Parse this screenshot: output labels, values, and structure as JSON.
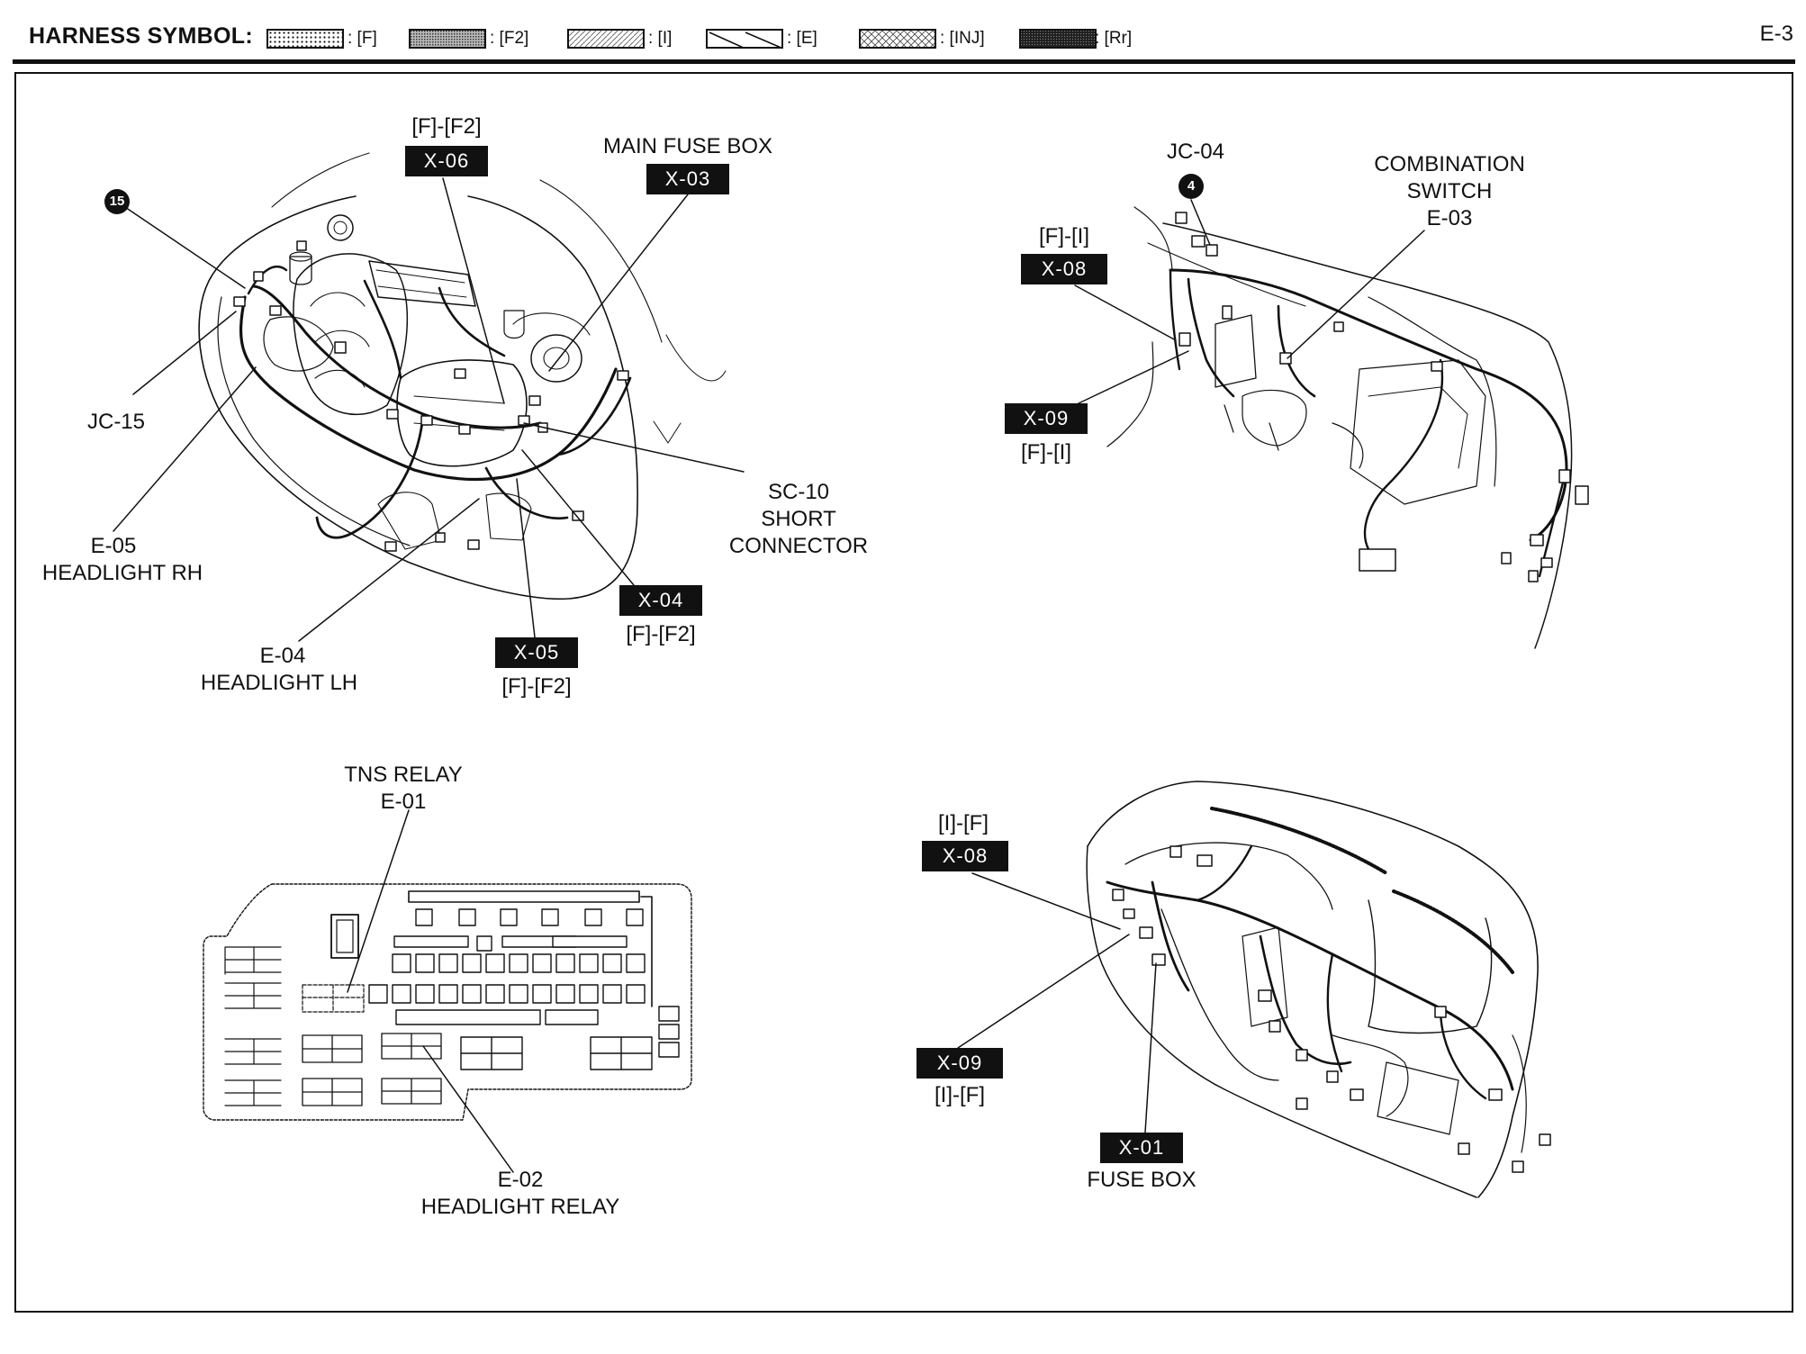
{
  "header": {
    "title": "HARNESS SYMBOL:",
    "page_number": "E-3",
    "symbols": [
      {
        "code": ": [F]",
        "pattern": "dots"
      },
      {
        "code": ": [F2]",
        "pattern": "fine-grid"
      },
      {
        "code": ": [I]",
        "pattern": "light-hatch"
      },
      {
        "code": ": [E]",
        "pattern": "diagonal"
      },
      {
        "code": ": [INJ]",
        "pattern": "cross-hatch"
      },
      {
        "code": ": [Rr]",
        "pattern": "dense-dark"
      }
    ]
  },
  "engine_view": {
    "x06_harness": "[F]-[F2]",
    "x06_tag": "X-06",
    "main_fuse_box_label": "MAIN FUSE BOX",
    "x03_tag": "X-03",
    "circle_15": "15",
    "jc15_label": "JC-15",
    "e05_code": "E-05",
    "e05_name": "HEADLIGHT RH",
    "e04_code": "E-04",
    "e04_name": "HEADLIGHT LH",
    "sc10_code": "SC-10",
    "sc10_line2": "SHORT",
    "sc10_line3": "CONNECTOR",
    "x04_tag": "X-04",
    "x04_harness": "[F]-[F2]",
    "x05_tag": "X-05",
    "x05_harness": "[F]-[F2]"
  },
  "dash_top_view": {
    "jc04_label": "JC-04",
    "circle_4": "4",
    "combination_line1": "COMBINATION",
    "combination_line2": "SWITCH",
    "e03_code": "E-03",
    "x08_harness": "[F]-[I]",
    "x08_tag": "X-08",
    "x09_tag": "X-09",
    "x09_harness": "[F]-[I]"
  },
  "relay_box_view": {
    "tns_label": "TNS RELAY",
    "e01_code": "E-01",
    "e02_code": "E-02",
    "headlight_relay_label": "HEADLIGHT RELAY"
  },
  "dash_bottom_view": {
    "x08_harness": "[I]-[F]",
    "x08_tag": "X-08",
    "x09_tag": "X-09",
    "x09_harness": "[I]-[F]",
    "x01_tag": "X-01",
    "fuse_box_label": "FUSE BOX"
  }
}
